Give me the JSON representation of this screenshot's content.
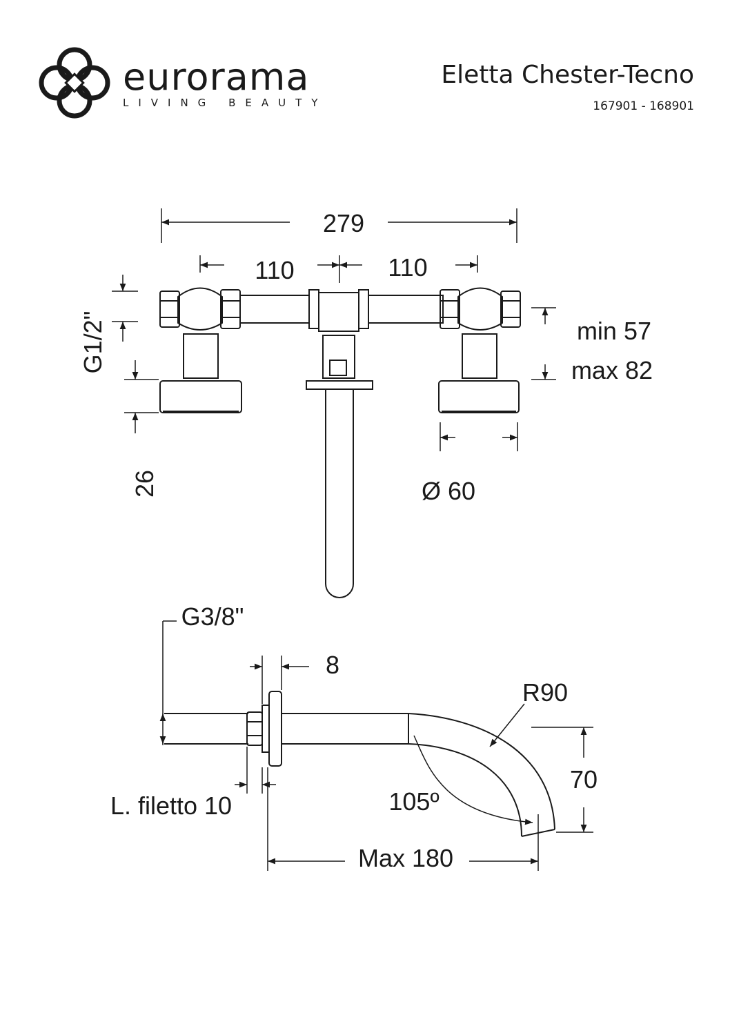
{
  "header": {
    "brand": "eurorama",
    "tagline": "LIVING BEAUTY",
    "product_name": "Eletta Chester-Tecno",
    "product_codes": "167901 - 168901",
    "logo_icon": "interlocking-rings-logo-icon"
  },
  "dimensions": {
    "overall_width": "279",
    "spacing_left": "110",
    "spacing_right": "110",
    "inlet_thread": "G1/2\"",
    "depth_min": "min 57",
    "depth_max": "max 82",
    "rosette_thickness": "26",
    "rosette_diameter": "Ø 60",
    "spout_thread": "G3/8\"",
    "flange_thickness": "8",
    "bend_radius": "R90",
    "spout_drop": "70",
    "bend_angle": "105º",
    "thread_length": "L. filetto 10",
    "spout_reach": "Max 180"
  },
  "colors": {
    "line": "#1a1a1a",
    "background": "#ffffff"
  }
}
